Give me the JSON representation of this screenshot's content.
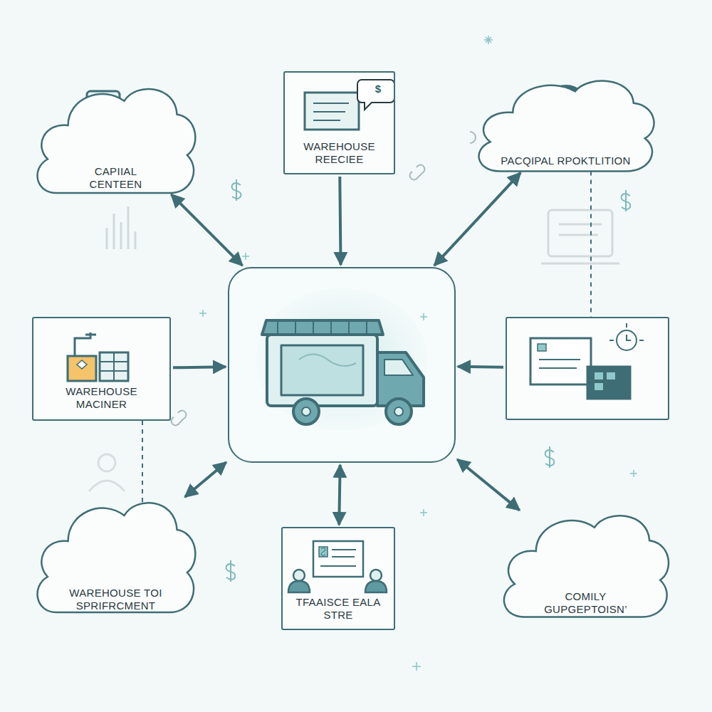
{
  "diagram": {
    "nodes": [
      {
        "text": [
          "CAPIIAL CENTEEN"
        ]
      },
      {
        "text": [
          "WAREHOUSE REECIEE"
        ]
      },
      {
        "text": [
          "PACQIPAL RPOKTLITION"
        ]
      },
      {
        "text": [
          "WAREHOUSE MACINER"
        ]
      },
      {
        "text": []
      },
      {
        "text": []
      },
      {
        "text": [
          "WAREHOUSE TOI SPRIFRCMENT"
        ]
      },
      {
        "text": [
          "TFAAISCE EALA STRE"
        ]
      },
      {
        "text": [
          "COMILY GUPGEPTOISN’"
        ]
      }
    ],
    "edges": [
      {
        "from": 0,
        "to": 4,
        "arrow": "both"
      },
      {
        "from": 1,
        "to": 4,
        "arrow": "to"
      },
      {
        "from": 2,
        "to": 4,
        "arrow": "both"
      },
      {
        "from": 3,
        "to": 4,
        "arrow": "to"
      },
      {
        "from": 5,
        "to": 4,
        "arrow": "to"
      },
      {
        "from": 4,
        "to": 6,
        "arrow": "both"
      },
      {
        "from": 4,
        "to": 7,
        "arrow": "both"
      },
      {
        "from": 4,
        "to": 8,
        "arrow": "both"
      },
      {
        "from": 3,
        "to": 6,
        "arrow": "none"
      },
      {
        "from": 2,
        "to": 5,
        "arrow": "none"
      }
    ],
    "labels": [
      "$"
    ]
  }
}
